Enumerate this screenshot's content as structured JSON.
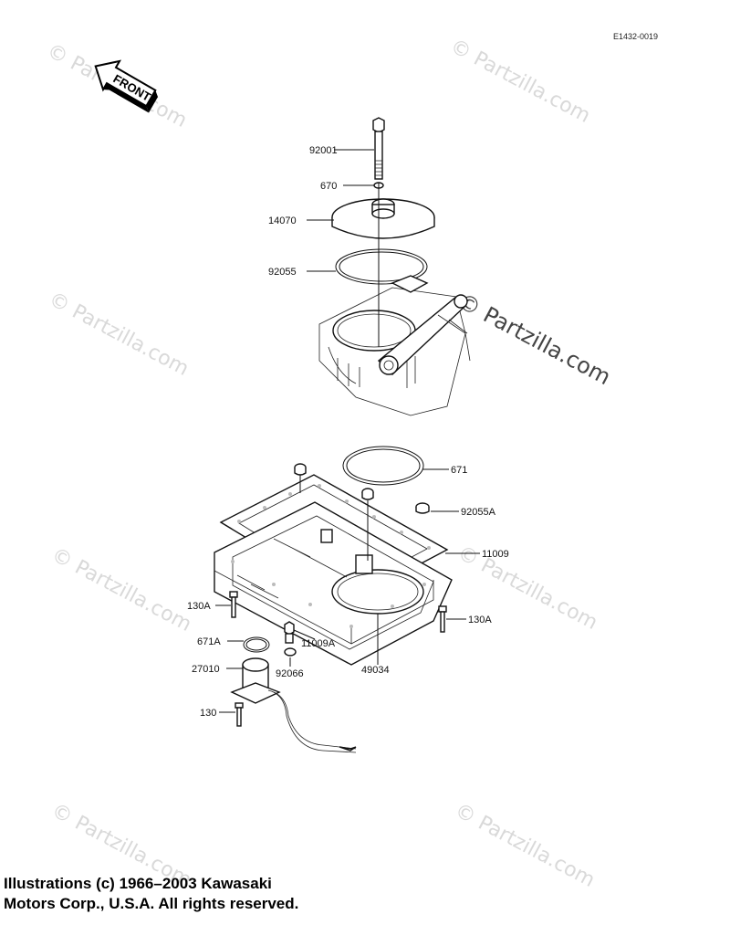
{
  "diagram": {
    "ref_code": "E1432-0019",
    "front_badge": "FRONT",
    "watermark_text": "© Partzilla.com",
    "callouts": {
      "p92001": "92001",
      "p670": "670",
      "p14070": "14070",
      "p92055": "92055",
      "p671": "671",
      "p92055A": "92055A",
      "p11009": "11009",
      "p130A_left": "130A",
      "p130A_right": "130A",
      "p671A": "671A",
      "p11009A": "11009A",
      "p27010": "27010",
      "p92066": "92066",
      "p49034": "49034",
      "p130": "130"
    }
  },
  "copyright": {
    "line1": "Illustrations (c) 1966–2003 Kawasaki",
    "line2": "Motors Corp., U.S.A.  All rights reserved."
  }
}
